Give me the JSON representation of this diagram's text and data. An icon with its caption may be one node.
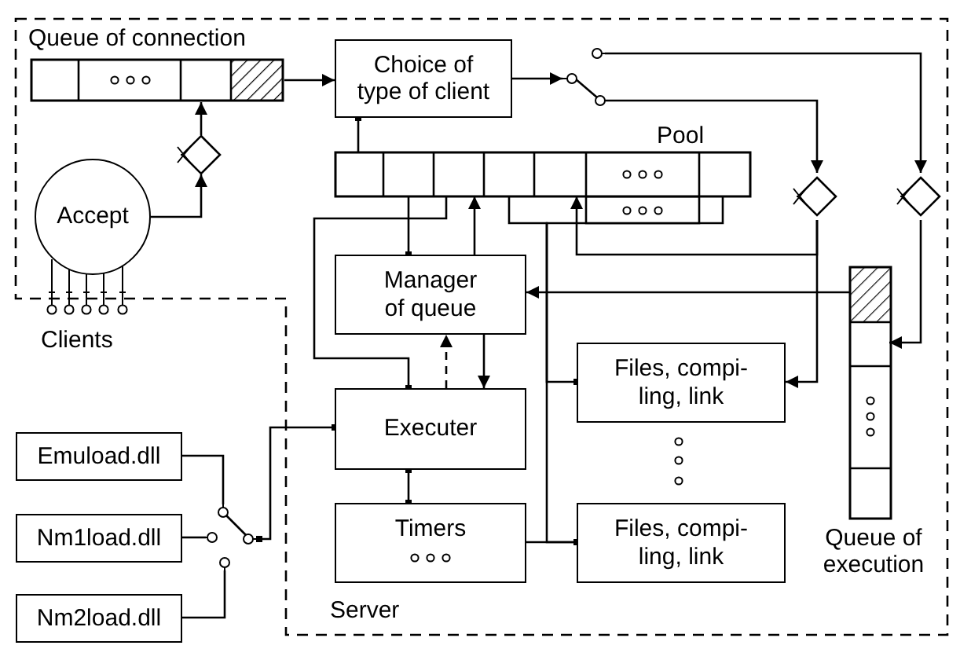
{
  "diagram": {
    "nodes": [
      {
        "text": [
          "Queue of connection"
        ]
      },
      {
        "text": [
          "Choice of type of client"
        ]
      },
      {
        "text": [
          "Accept"
        ]
      },
      {
        "text": [],
        "shape": "diamond"
      },
      {
        "text": [
          "Pool"
        ]
      },
      {
        "text": [],
        "shape": "switch"
      },
      {
        "text": [],
        "shape": "diamond"
      },
      {
        "text": [],
        "shape": "diamond"
      },
      {
        "text": [
          "Manager of queue"
        ]
      },
      {
        "text": [
          "Queue of execution"
        ]
      },
      {
        "text": [
          "Files, compi- ling, link"
        ]
      },
      {
        "text": [
          "Executer"
        ]
      },
      {
        "text": [
          "Timers"
        ]
      },
      {
        "text": [
          "Files, compi- ling, link"
        ]
      },
      {
        "text": [
          "Emuload.dll"
        ]
      },
      {
        "text": [
          "Nm1load.dll"
        ]
      },
      {
        "text": [
          "Nm2load.dll"
        ]
      },
      {
        "text": [],
        "shape": "switch"
      }
    ],
    "edges": [
      {
        "from": 0,
        "to": 1,
        "arrow": "to"
      },
      {
        "from": 2,
        "to": 3,
        "arrow": "to"
      },
      {
        "from": 3,
        "to": 0,
        "arrow": "to"
      },
      {
        "from": 1,
        "to": 4,
        "arrow": "other"
      },
      {
        "from": 1,
        "to": 5,
        "arrow": "to"
      },
      {
        "from": 5,
        "to": 6,
        "arrow": "to"
      },
      {
        "from": 5,
        "to": 7,
        "arrow": "to"
      },
      {
        "from": 6,
        "to": 10,
        "arrow": "to"
      },
      {
        "from": 6,
        "to": 4,
        "arrow": "to"
      },
      {
        "from": 7,
        "to": 9,
        "arrow": "to"
      },
      {
        "from": 9,
        "to": 8,
        "arrow": "to"
      },
      {
        "from": 4,
        "to": 8,
        "arrow": "other"
      },
      {
        "from": 4,
        "to": 11,
        "arrow": "other"
      },
      {
        "from": 8,
        "to": 4,
        "arrow": "to"
      },
      {
        "from": 8,
        "to": 11,
        "arrow": "to"
      },
      {
        "from": 11,
        "to": 8,
        "arrow": "to",
        "style": "dashed"
      },
      {
        "from": 4,
        "to": 10,
        "arrow": "other"
      },
      {
        "from": 4,
        "to": 13,
        "arrow": "other"
      },
      {
        "from": 12,
        "to": 13,
        "arrow": "other"
      },
      {
        "from": 11,
        "to": 12,
        "arrow": "other"
      },
      {
        "from": 14,
        "to": 17,
        "arrow": "none"
      },
      {
        "from": 15,
        "to": 17,
        "arrow": "none"
      },
      {
        "from": 16,
        "to": 17,
        "arrow": "none"
      },
      {
        "from": 17,
        "to": 11,
        "arrow": "other"
      }
    ],
    "labels": [
      "Clients",
      "Server"
    ]
  }
}
